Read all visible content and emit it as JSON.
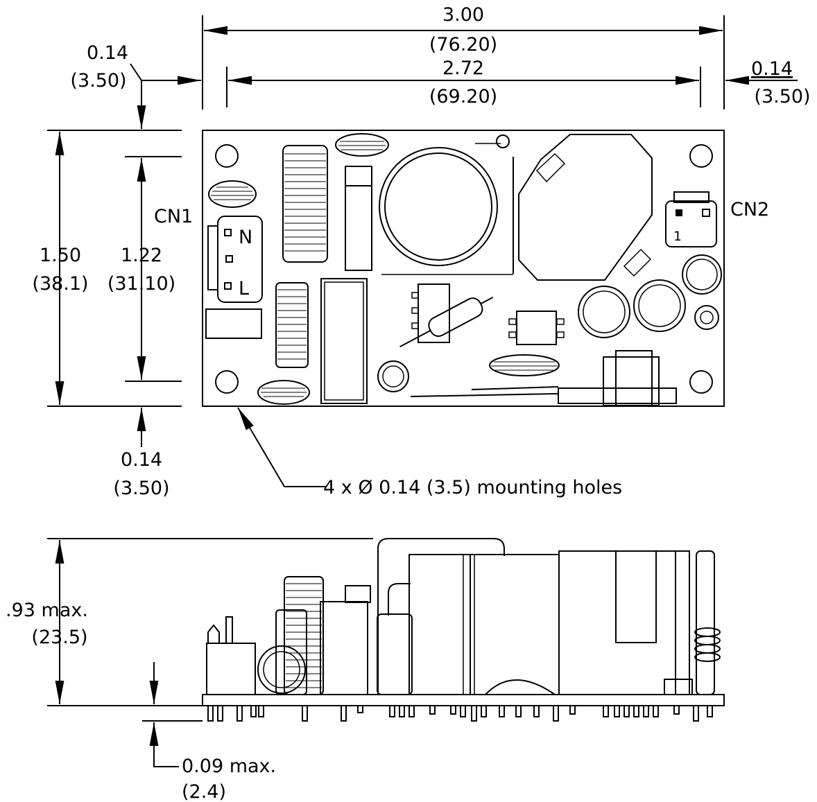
{
  "dimensions": {
    "overall_length": {
      "inch": "3.00",
      "mm": "(76.20)"
    },
    "hole_spacing_length": {
      "inch": "2.72",
      "mm": "(69.20)"
    },
    "left_offset": {
      "inch": "0.14",
      "mm": "(3.50)"
    },
    "right_offset": {
      "inch": "0.14",
      "mm": "(3.50)"
    },
    "overall_width": {
      "inch": "1.50",
      "mm": "(38.1)"
    },
    "hole_spacing_width": {
      "inch": "1.22",
      "mm": "(31.10)"
    },
    "bottom_offset": {
      "inch": "0.14",
      "mm": "(3.50)"
    },
    "max_height": {
      "inch": ".93 max.",
      "mm": "(23.5)"
    },
    "pin_length": {
      "inch": "0.09 max.",
      "mm": "(2.4)"
    }
  },
  "connectors": {
    "cn1": {
      "label": "CN1",
      "pin_n": "N",
      "pin_l": "L"
    },
    "cn2": {
      "label": "CN2",
      "pin_1": "1"
    }
  },
  "callouts": {
    "mounting_holes": "4 x Ø 0.14 (3.5) mounting holes"
  }
}
